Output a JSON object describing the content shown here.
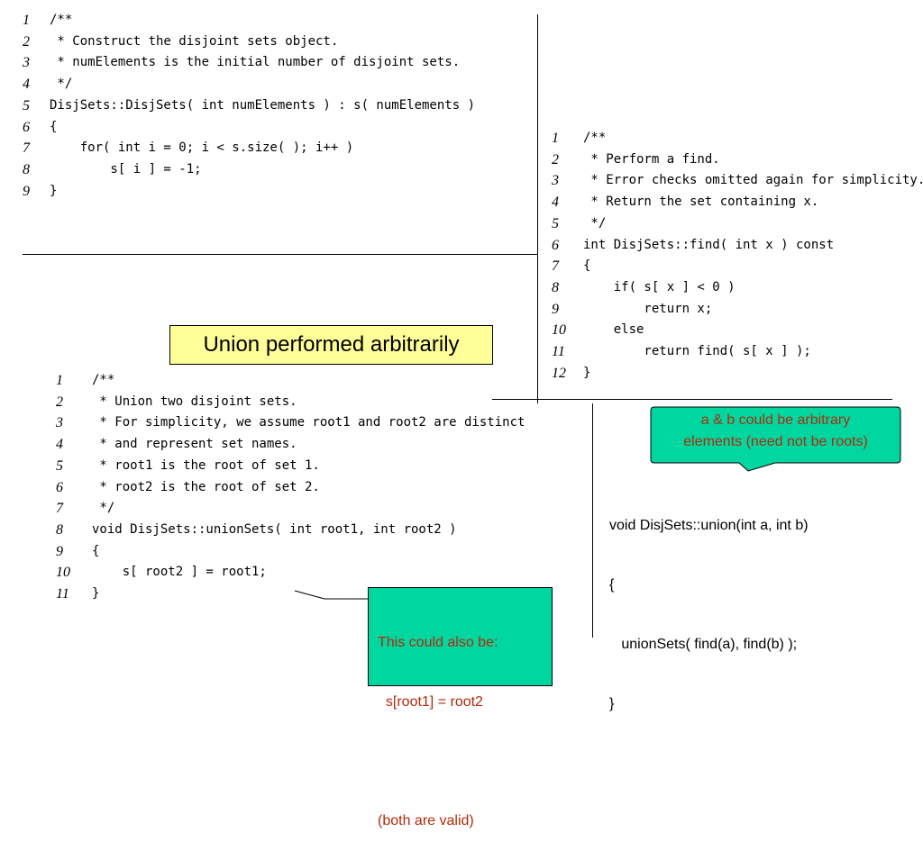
{
  "colors": {
    "title_box_bg": "#ffff99",
    "note_bg": "#00d7a0",
    "note_text": "#b22a0a"
  },
  "constructor_code": [
    {
      "n": "1",
      "t": "/**"
    },
    {
      "n": "2",
      "t": " * Construct the disjoint sets object."
    },
    {
      "n": "3",
      "t": " * numElements is the initial number of disjoint sets."
    },
    {
      "n": "4",
      "t": " */"
    },
    {
      "n": "5",
      "t": "DisjSets::DisjSets( int numElements ) : s( numElements )"
    },
    {
      "n": "6",
      "t": "{"
    },
    {
      "n": "7",
      "t": "    for( int i = 0; i < s.size( ); i++ )"
    },
    {
      "n": "8",
      "t": "        s[ i ] = -1;"
    },
    {
      "n": "9",
      "t": "}"
    }
  ],
  "find_code": [
    {
      "n": "1",
      "t": "/**"
    },
    {
      "n": "2",
      "t": " * Perform a find."
    },
    {
      "n": "3",
      "t": " * Error checks omitted again for simplicity."
    },
    {
      "n": "4",
      "t": " * Return the set containing x."
    },
    {
      "n": "5",
      "t": " */"
    },
    {
      "n": "6",
      "t": "int DisjSets::find( int x ) const"
    },
    {
      "n": "7",
      "t": "{"
    },
    {
      "n": "8",
      "t": "    if( s[ x ] < 0 )"
    },
    {
      "n": "9",
      "t": "        return x;"
    },
    {
      "n": "10",
      "t": "    else"
    },
    {
      "n": "11",
      "t": "        return find( s[ x ] );"
    },
    {
      "n": "12",
      "t": "}"
    }
  ],
  "union_code": [
    {
      "n": "1",
      "t": "/**"
    },
    {
      "n": "2",
      "t": " * Union two disjoint sets."
    },
    {
      "n": "3",
      "t": " * For simplicity, we assume root1 and root2 are distinct"
    },
    {
      "n": "4",
      "t": " * and represent set names."
    },
    {
      "n": "5",
      "t": " * root1 is the root of set 1."
    },
    {
      "n": "6",
      "t": " * root2 is the root of set 2."
    },
    {
      "n": "7",
      "t": " */"
    },
    {
      "n": "8",
      "t": "void DisjSets::unionSets( int root1, int root2 )"
    },
    {
      "n": "9",
      "t": "{"
    },
    {
      "n": "10",
      "t": "    s[ root2 ] = root1;"
    },
    {
      "n": "11",
      "t": "}"
    }
  ],
  "title_label": "Union performed arbitrarily",
  "roots_note": [
    "a & b could be arbitrary",
    "elements (need not be roots)"
  ],
  "union_wrapper": [
    "void DisjSets::union(int a, int b)",
    "{",
    "   unionSets( find(a), find(b) );",
    "}"
  ],
  "alternative_note": [
    "This could also be:",
    "  s[root1] = root2",
    "",
    "(both are valid)"
  ]
}
